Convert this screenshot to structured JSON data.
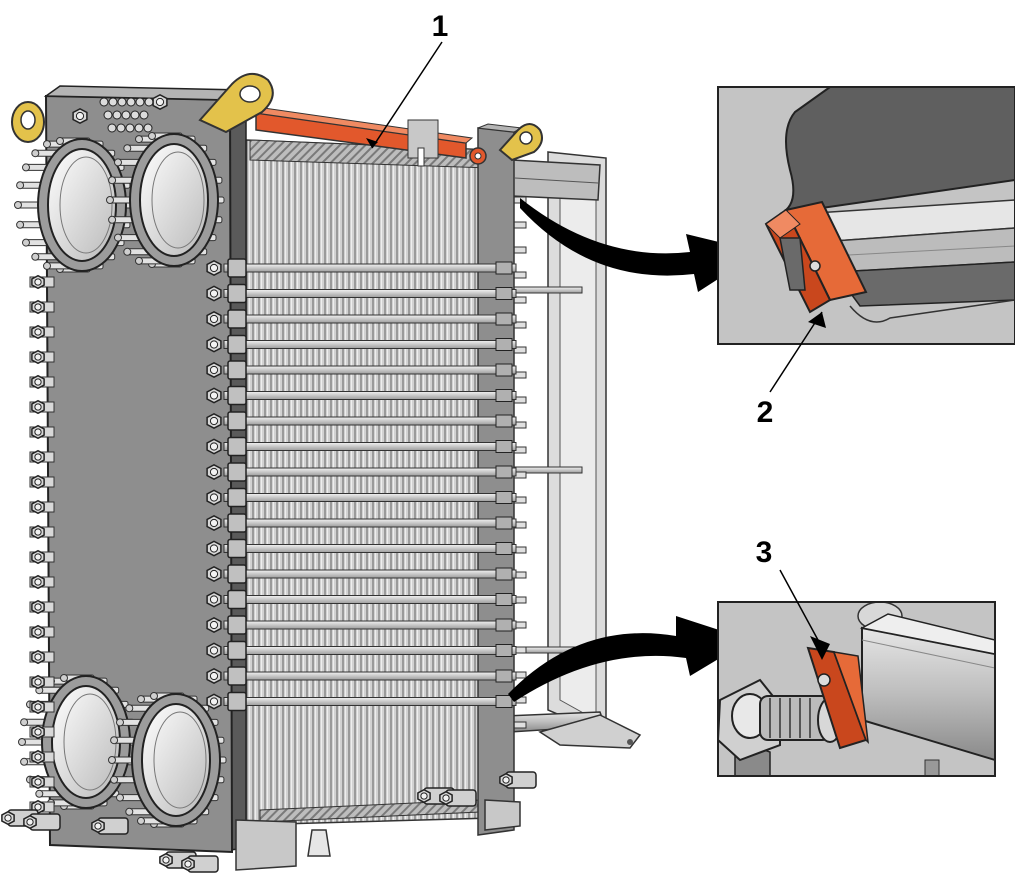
{
  "callouts": [
    {
      "id": "1",
      "label": "1"
    },
    {
      "id": "2",
      "label": "2"
    },
    {
      "id": "3",
      "label": "3"
    }
  ],
  "colors": {
    "highlight": "#E2582C",
    "frame": "#8E8E8E",
    "frame_dark": "#5A5A5A",
    "frame_light": "#B4B4B4",
    "plates": "#C9C9C9",
    "lifting_eye": "#E3C24B",
    "detail_bg": "#C4C4C4",
    "arrow": "#000000"
  },
  "icons": {
    "arrow_top": "curved-arrow-icon",
    "arrow_bottom": "curved-arrow-icon"
  }
}
